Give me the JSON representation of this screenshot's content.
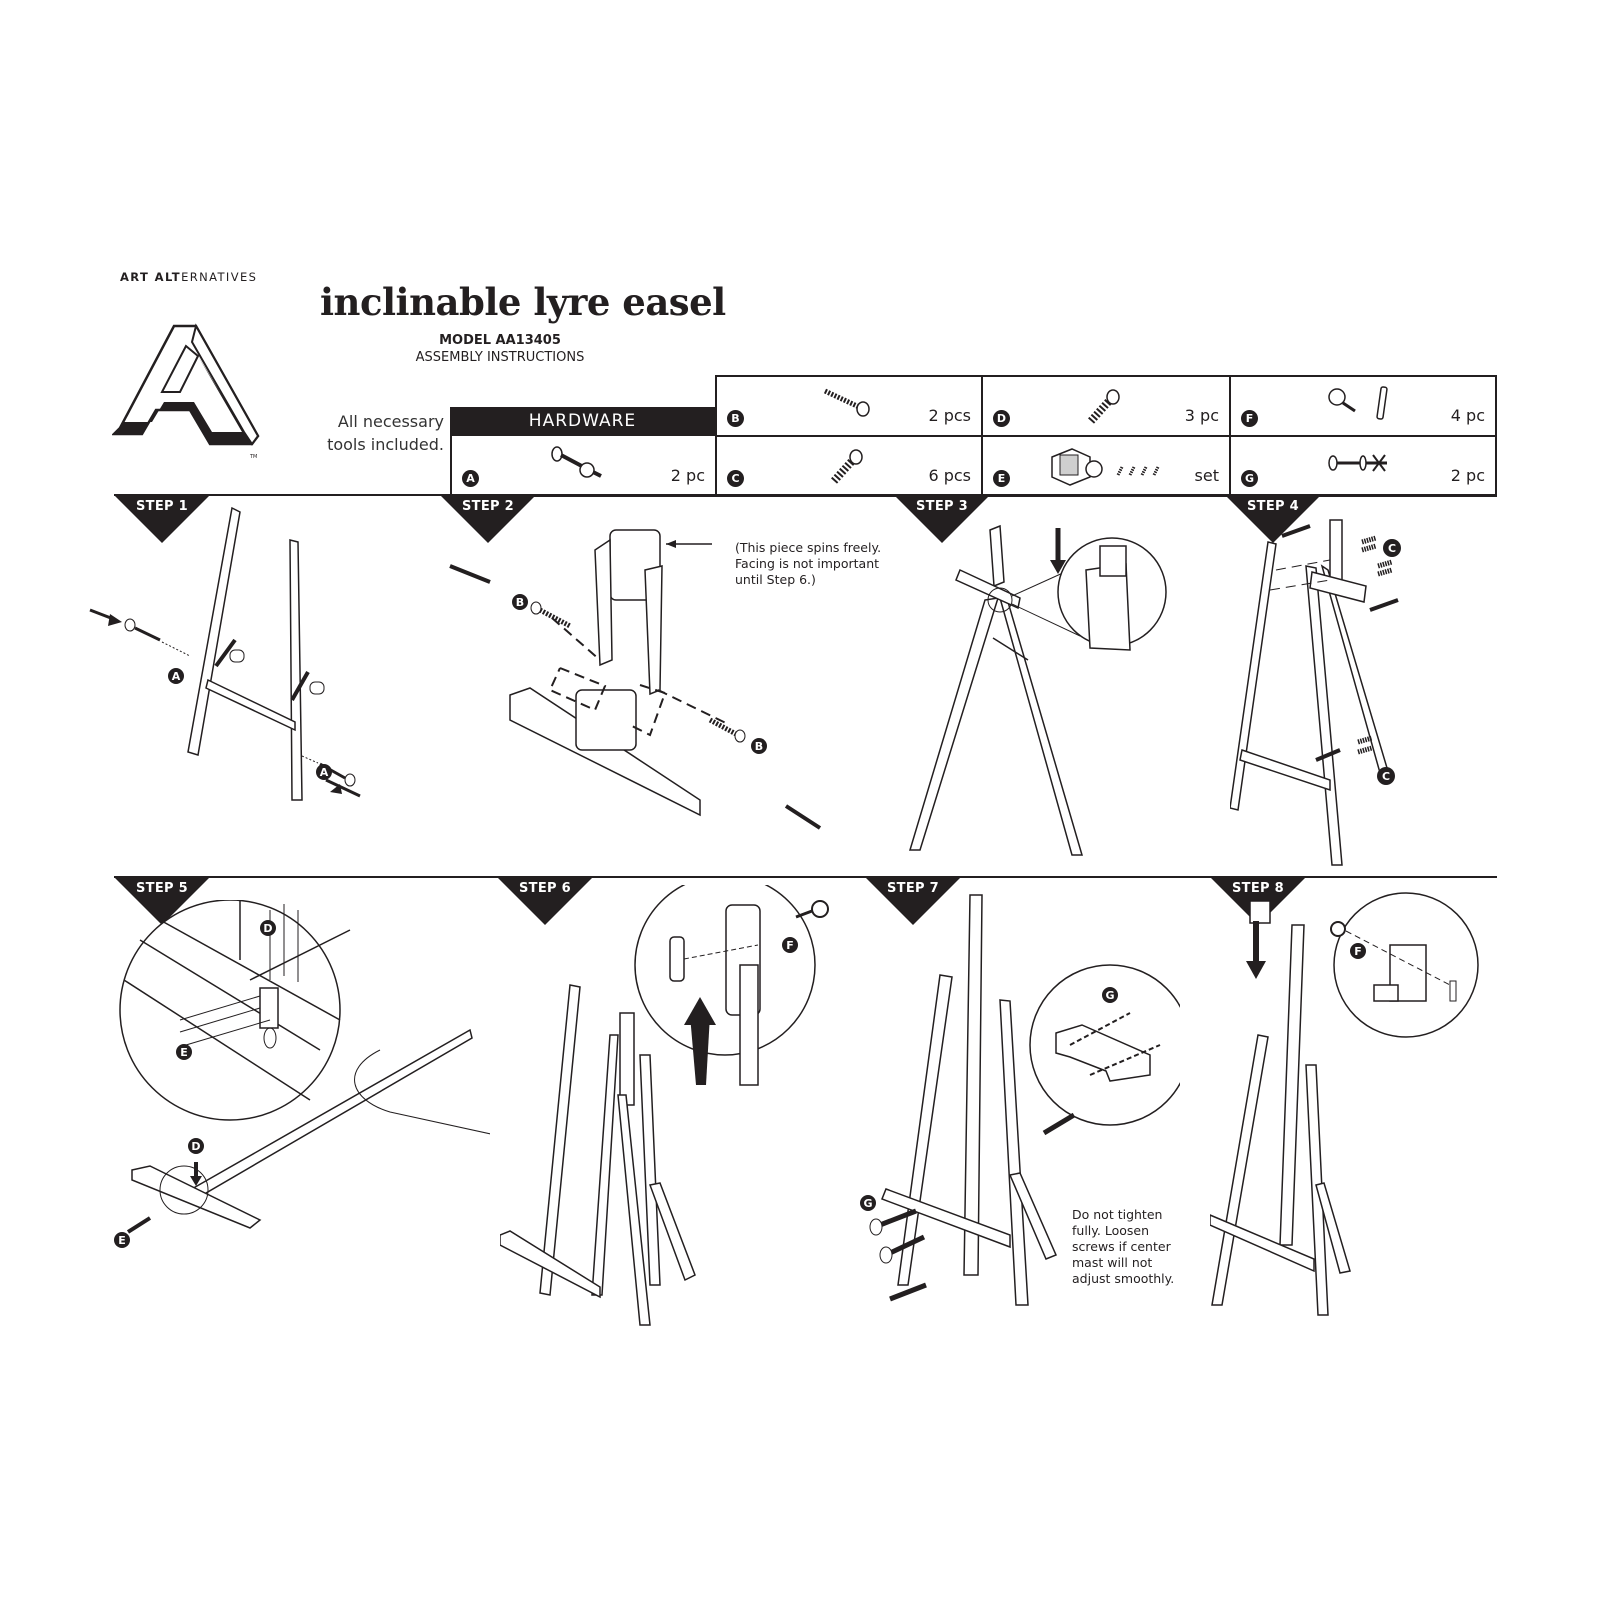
{
  "header": {
    "brand_bold": "ART ALT",
    "brand_rest": "ERNATIVES",
    "title": "inclinable lyre easel",
    "model": "MODEL AA13405",
    "subtitle": "ASSEMBLY INSTRUCTIONS",
    "tools_line1": "All necessary",
    "tools_line2": "tools included."
  },
  "hardware": {
    "heading": "HARDWARE",
    "items": [
      {
        "letter": "A",
        "qty": "2 pc",
        "icon": "bolt-with-barrel-nut-icon"
      },
      {
        "letter": "B",
        "qty": "2 pcs",
        "icon": "wood-screw-icon"
      },
      {
        "letter": "C",
        "qty": "6 pcs",
        "icon": "short-screw-icon"
      },
      {
        "letter": "D",
        "qty": "3 pc",
        "icon": "short-screw-icon"
      },
      {
        "letter": "E",
        "qty": "set",
        "icon": "hinge-bracket-with-screws-icon"
      },
      {
        "letter": "F",
        "qty": "4 pc",
        "icon": "knob-and-cap-icon"
      },
      {
        "letter": "G",
        "qty": "2 pc",
        "icon": "bolt-washer-wingnut-icon"
      }
    ]
  },
  "steps": [
    {
      "label": "STEP 1",
      "callouts": [
        "A",
        "A"
      ]
    },
    {
      "label": "STEP 2",
      "callouts": [
        "B",
        "B"
      ],
      "note": [
        "(This piece spins freely.",
        "Facing is not important",
        "until Step 6.)"
      ]
    },
    {
      "label": "STEP 3"
    },
    {
      "label": "STEP 4",
      "callouts": [
        "C",
        "C"
      ]
    },
    {
      "label": "STEP 5",
      "callouts": [
        "D",
        "E",
        "D",
        "E"
      ]
    },
    {
      "label": "STEP 6",
      "callouts": [
        "F"
      ]
    },
    {
      "label": "STEP 7",
      "callouts": [
        "G",
        "G"
      ],
      "note": [
        "Do not tighten",
        "fully. Loosen",
        "screws if center",
        "mast will not",
        "adjust smoothly."
      ]
    },
    {
      "label": "STEP 8",
      "callouts": [
        "F"
      ]
    }
  ]
}
